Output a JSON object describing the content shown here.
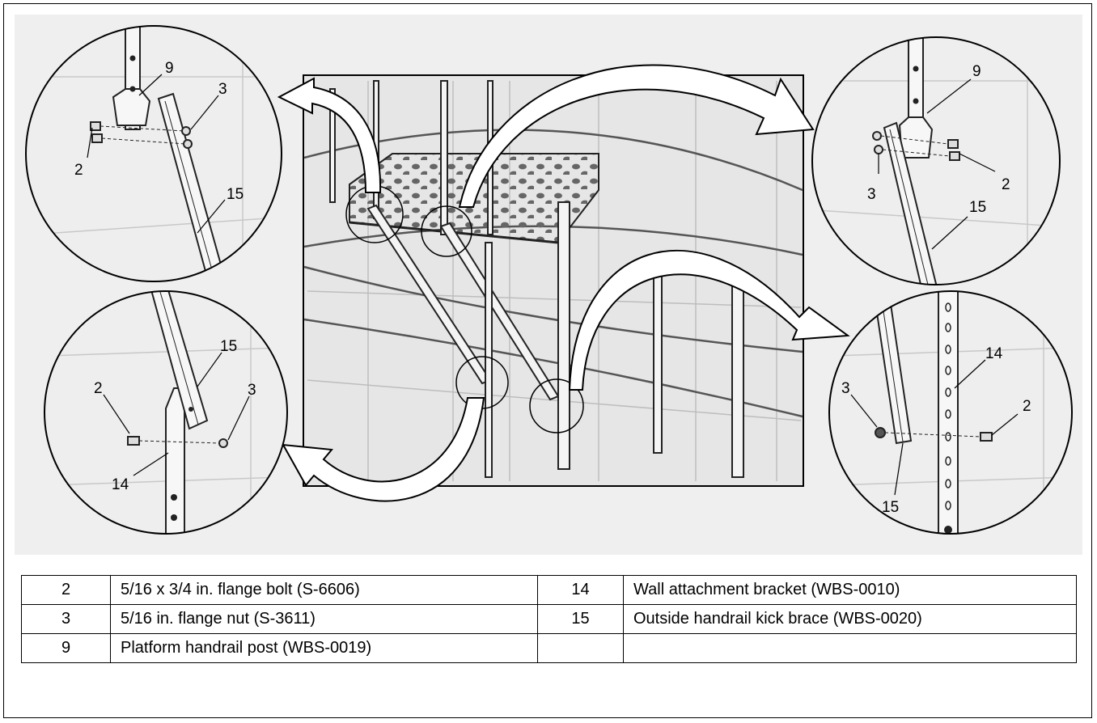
{
  "callouts": {
    "top_left": {
      "post": "9",
      "nut": "3",
      "bolt": "2",
      "brace": "15"
    },
    "top_right": {
      "post": "9",
      "nut": "3",
      "bolt": "2",
      "brace": "15"
    },
    "bottom_left": {
      "brace": "15",
      "bolt": "2",
      "nut": "3",
      "bracket": "14"
    },
    "bottom_right": {
      "bracket": "14",
      "nut": "3",
      "bolt": "2",
      "brace": "15"
    }
  },
  "parts_table": {
    "rows": [
      {
        "left_num": "2",
        "left_desc": "5/16 x 3/4 in. flange bolt (S-6606)",
        "right_num": "14",
        "right_desc": "Wall attachment bracket (WBS-0010)"
      },
      {
        "left_num": "3",
        "left_desc": "5/16 in. flange nut (S-3611)",
        "right_num": "15",
        "right_desc": "Outside handrail kick brace (WBS-0020)"
      },
      {
        "left_num": "9",
        "left_desc": "Platform handrail post (WBS-0019)",
        "right_num": "",
        "right_desc": ""
      }
    ]
  }
}
